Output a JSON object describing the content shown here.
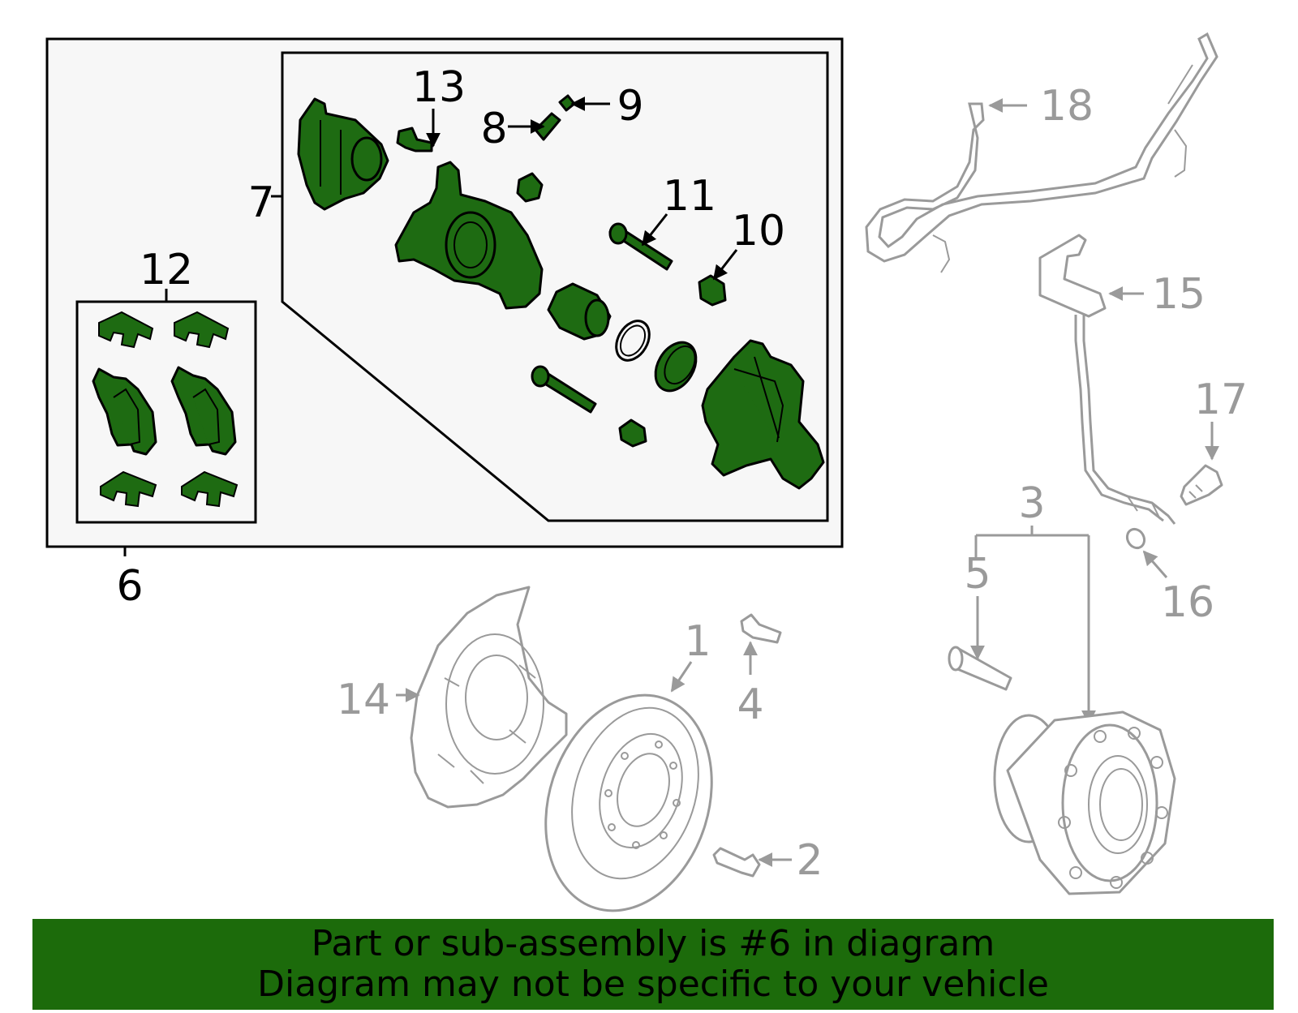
{
  "labels": {
    "l1": "1",
    "l2": "2",
    "l3": "3",
    "l4": "4",
    "l5": "5",
    "l6": "6",
    "l7": "7",
    "l8": "8",
    "l9": "9",
    "l10": "10",
    "l11": "11",
    "l12": "12",
    "l13": "13",
    "l14": "14",
    "l15": "15",
    "l16": "16",
    "l17": "17",
    "l18": "18"
  },
  "banner": {
    "line1": "Part or sub-assembly is #6 in diagram",
    "line2": "Diagram may not be specific to your vehicle"
  },
  "colors": {
    "highlight_green": "#1e6b12",
    "banner_green": "#1c6b0b",
    "inactive_gray": "#9a9a9a"
  }
}
